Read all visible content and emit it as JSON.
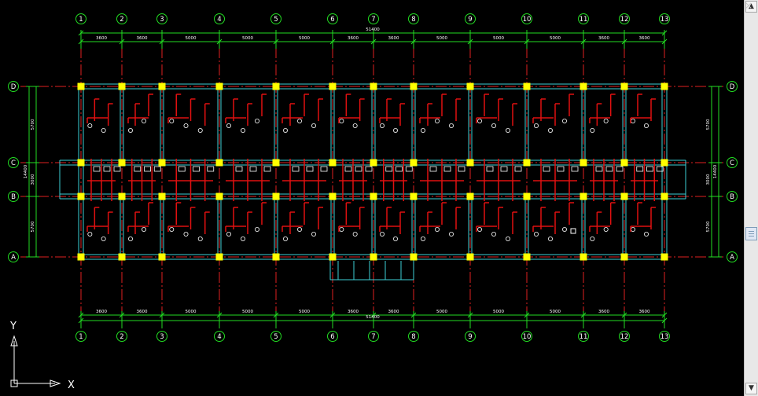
{
  "grid": {
    "columns": [
      "1",
      "2",
      "3",
      "4",
      "5",
      "6",
      "7",
      "8",
      "9",
      "10",
      "11",
      "12",
      "13"
    ],
    "rows": [
      "D",
      "C",
      "B",
      "A"
    ]
  },
  "dimensions": {
    "top_segments": [
      "3600",
      "3600",
      "5000",
      "5000",
      "5000",
      "3600",
      "3600",
      "5000",
      "5000",
      "5000",
      "3600",
      "3600"
    ],
    "bottom_segments": [
      "3600",
      "3600",
      "5000",
      "5000",
      "5000",
      "3600",
      "3600",
      "5000",
      "5000",
      "5000",
      "3600",
      "3600"
    ],
    "overall": "51400",
    "left_segments": [
      "5700",
      "3000",
      "5700"
    ],
    "left_overall": "14400",
    "right_segments": [
      "5700",
      "3000",
      "5700"
    ],
    "right_overall": "14400"
  },
  "ucs": {
    "y_label": "Y",
    "x_label": "X"
  },
  "scroll": {
    "up": "▲",
    "down": "▼"
  },
  "window": {
    "close": "×"
  },
  "colors": {
    "grid_line": "#e02020",
    "dimension": "#22dd22",
    "bubble": "#22dd22",
    "wall": "#3ccfd6",
    "column": "#ffff00",
    "rebar": "#e01010",
    "annotation": "#ffffff",
    "background": "#000000"
  }
}
